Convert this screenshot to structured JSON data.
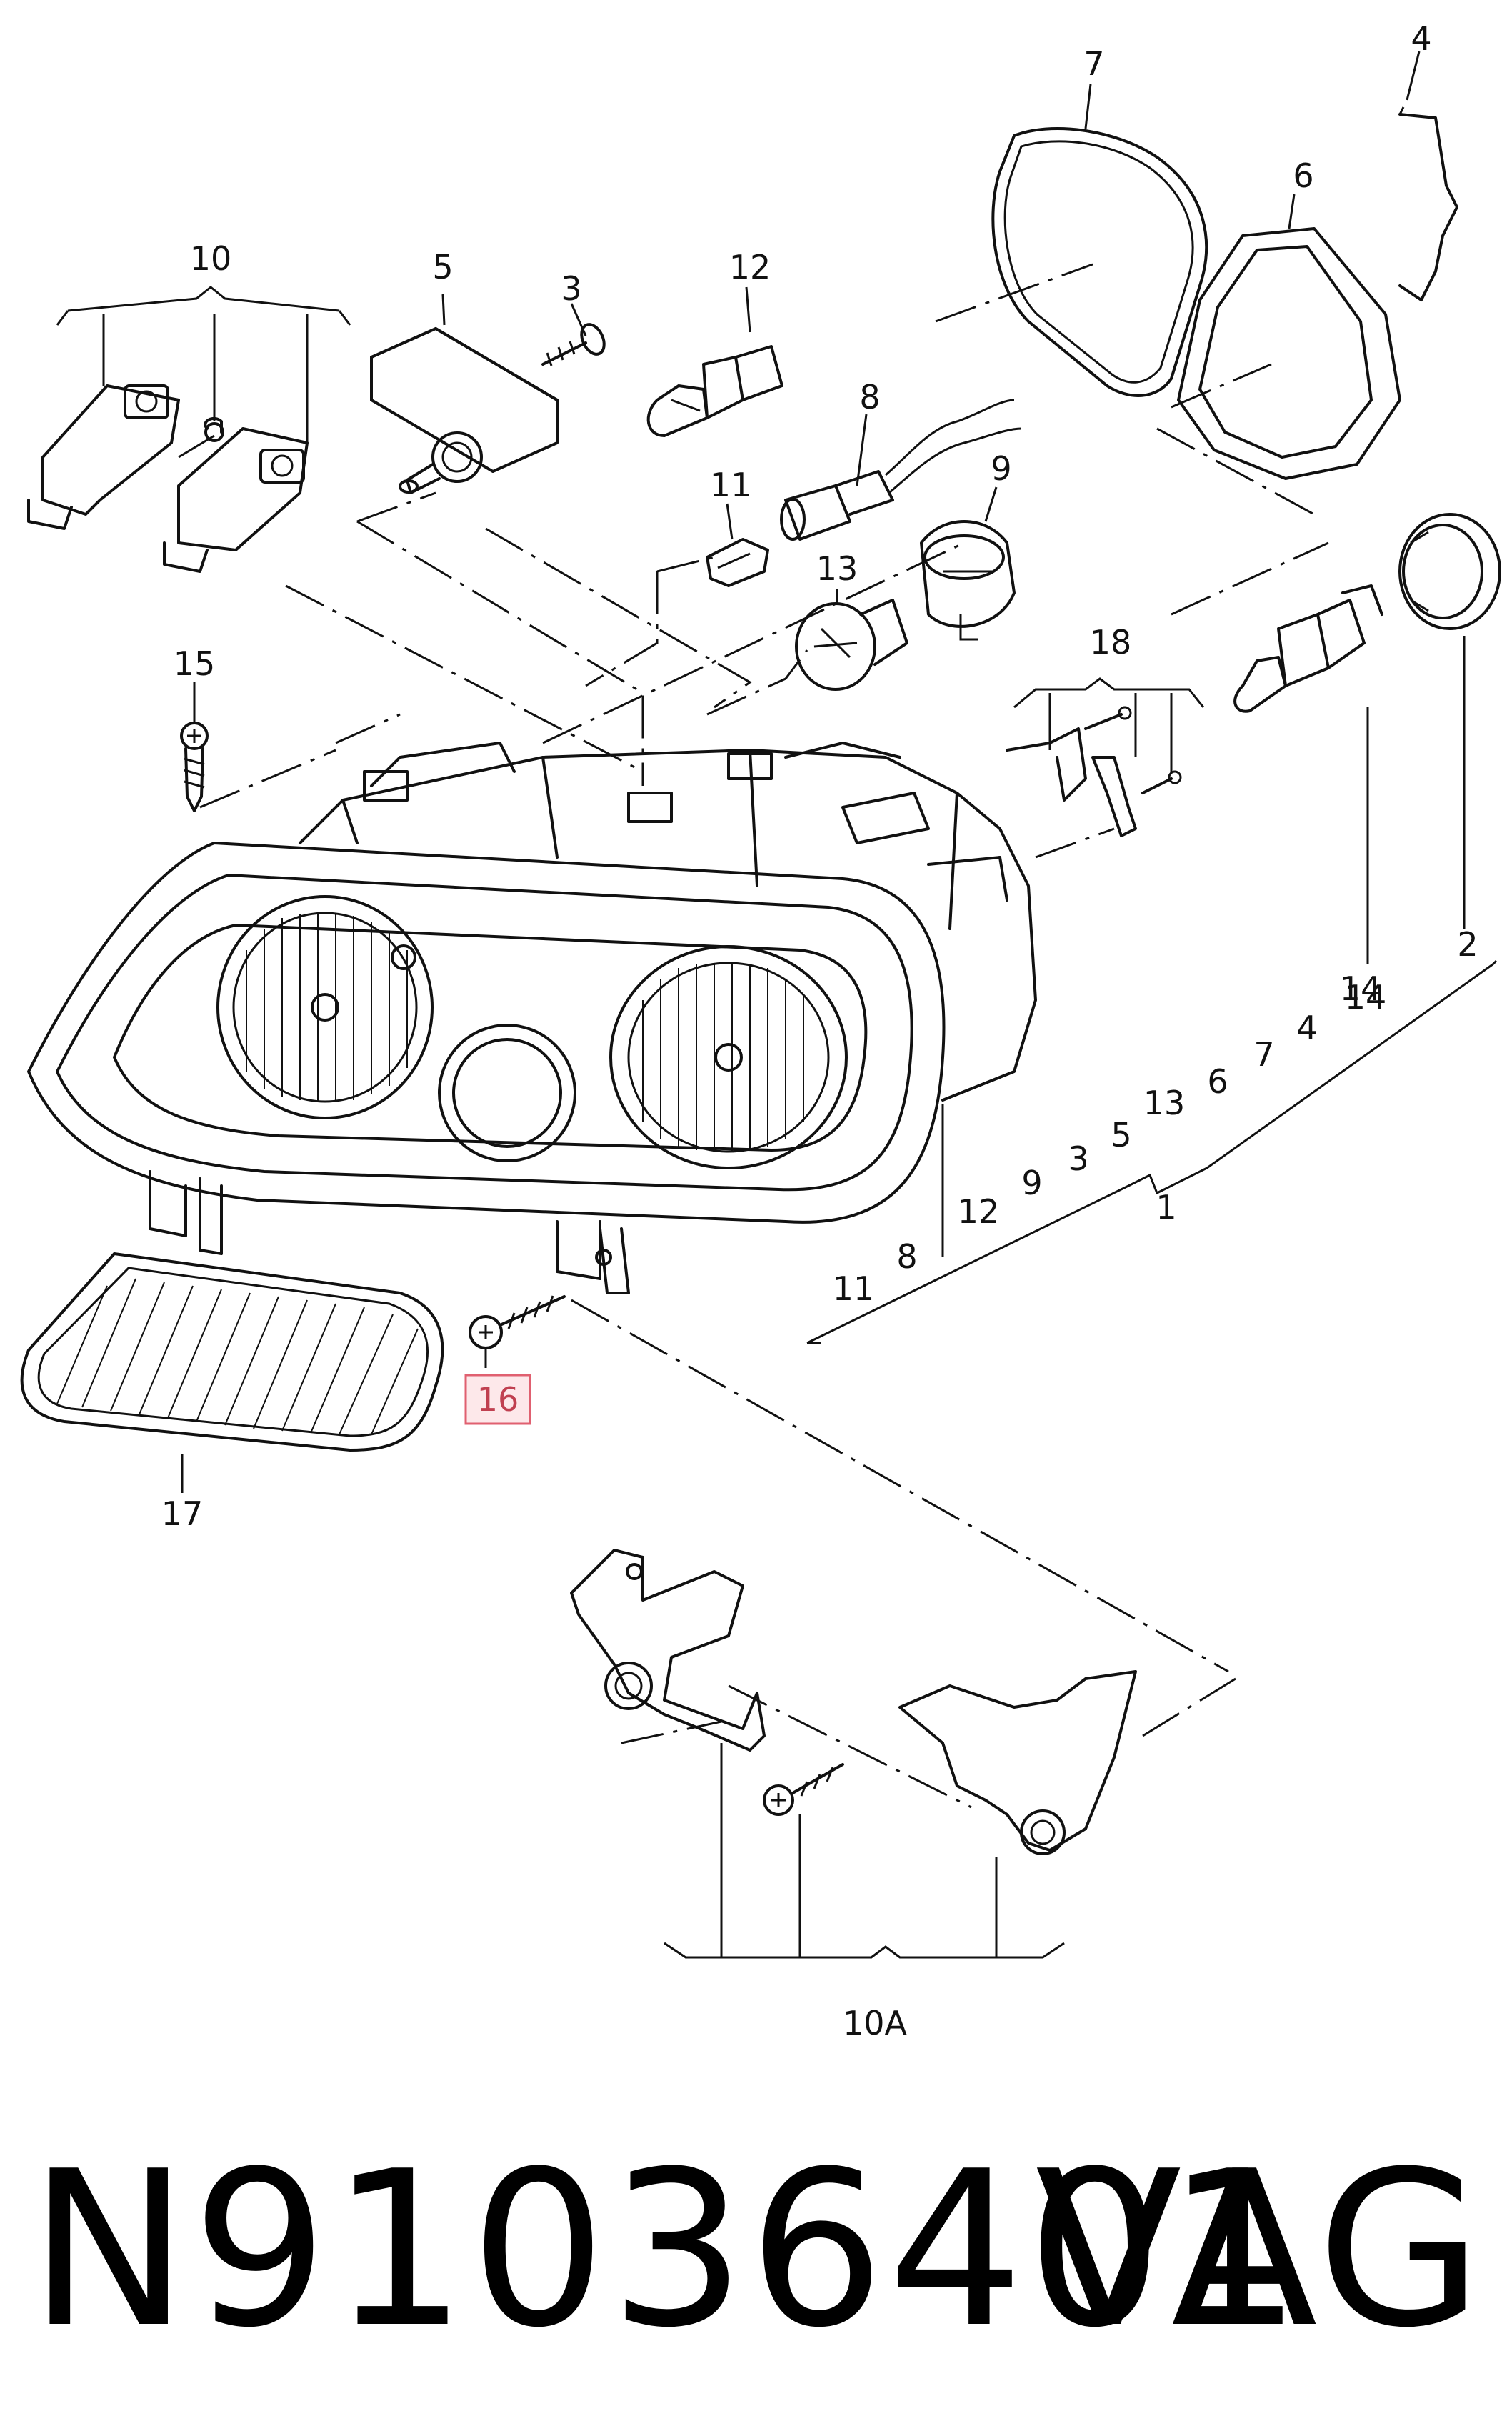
{
  "callouts": {
    "c1": "1",
    "c2": "2",
    "c3": "3",
    "c4": "4",
    "c5": "5",
    "c6": "6",
    "c7": "7",
    "c8": "8",
    "c9": "9",
    "c10": "10",
    "c10a": "10A",
    "c11": "11",
    "c12": "12",
    "c13": "13",
    "c14": "14",
    "c15": "15",
    "c16": "16",
    "c17": "17",
    "c18": "18"
  },
  "group_list": {
    "left_items": [
      "11",
      "8",
      "12",
      "9",
      "3",
      "5"
    ],
    "right_items": [
      "13",
      "6",
      "7",
      "4",
      "14",
      "2"
    ]
  },
  "highlight": {
    "callout": "16",
    "color": "#e06070"
  },
  "footer": {
    "part_number": "N91036401",
    "brand": "VAG"
  }
}
